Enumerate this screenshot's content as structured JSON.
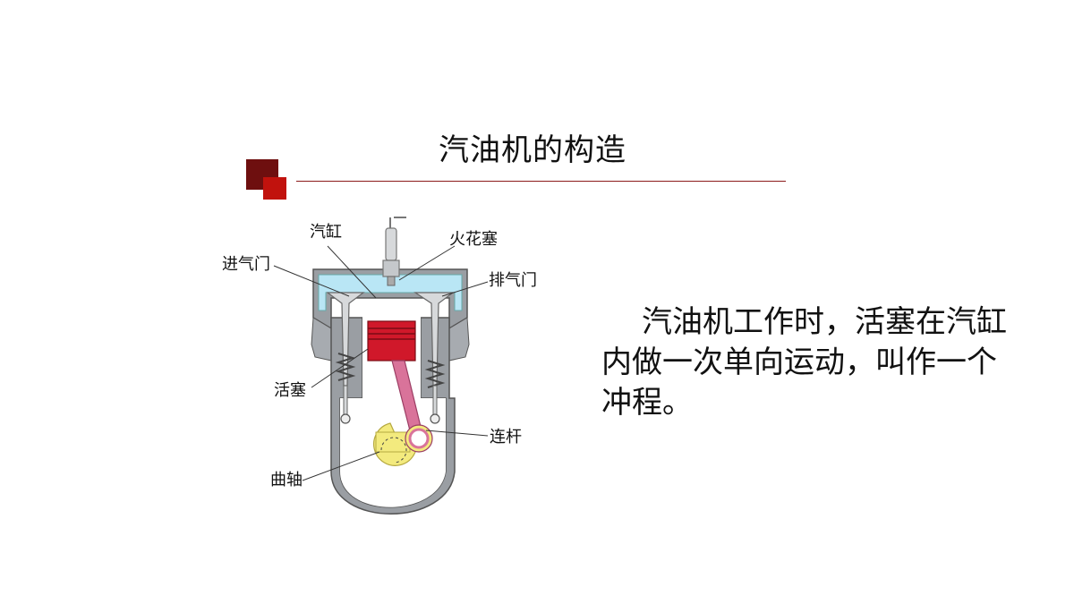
{
  "title": "汽油机的构造",
  "paragraph": "汽油机工作时，活塞在汽缸内做一次单向运动，叫作一个冲程。",
  "diagram": {
    "labels": {
      "cylinder": "汽缸",
      "spark_plug": "火花塞",
      "intake_valve": "进气门",
      "exhaust_valve": "排气门",
      "piston": "活塞",
      "connecting_rod": "连杆",
      "crankshaft": "曲轴"
    }
  },
  "colors": {
    "accent_dark": "#6e0f0f",
    "accent_red": "#c1120d",
    "coolant": "#b9e6f5",
    "piston": "#d0182a",
    "rod": "#d9739a",
    "crank": "#f3ea7e",
    "engine_body": "#9a9ea3"
  }
}
